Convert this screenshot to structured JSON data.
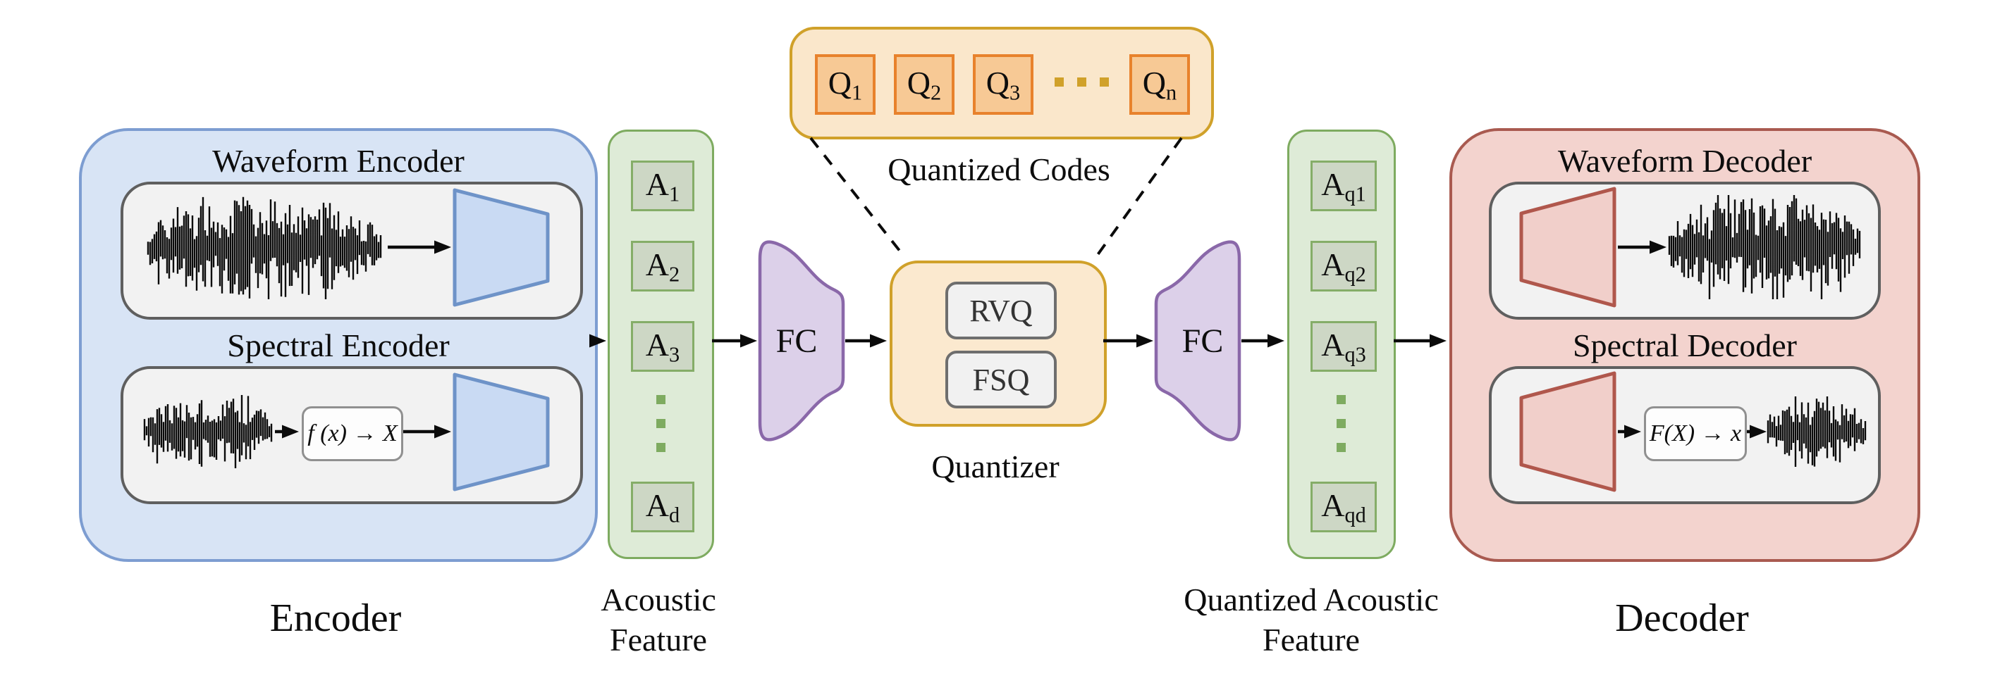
{
  "encoder": {
    "label": "Encoder",
    "waveform_encoder": {
      "title": "Waveform Encoder"
    },
    "spectral_encoder": {
      "title": "Spectral Encoder",
      "transform": "f (x) → X"
    }
  },
  "acoustic_feature": {
    "label_line1": "Acoustic",
    "label_line2": "Feature",
    "cells": [
      {
        "main": "A",
        "sub": "1"
      },
      {
        "main": "A",
        "sub": "2"
      },
      {
        "main": "A",
        "sub": "3"
      },
      {
        "main": "A",
        "sub": "d"
      }
    ]
  },
  "fc_left": {
    "label": "FC"
  },
  "fc_right": {
    "label": "FC"
  },
  "quantizer": {
    "label": "Quantizer",
    "methods": [
      {
        "name": "RVQ"
      },
      {
        "name": "FSQ"
      }
    ]
  },
  "quantized_codes": {
    "label": "Quantized Codes",
    "cells": [
      {
        "main": "Q",
        "sub": "1"
      },
      {
        "main": "Q",
        "sub": "2"
      },
      {
        "main": "Q",
        "sub": "3"
      },
      {
        "main": "Q",
        "sub": "n"
      }
    ]
  },
  "quantized_feature": {
    "label_line1": "Quantized Acoustic",
    "label_line2": "Feature",
    "cells": [
      {
        "main": "A",
        "sub": "q1"
      },
      {
        "main": "A",
        "sub": "q2"
      },
      {
        "main": "A",
        "sub": "q3"
      },
      {
        "main": "A",
        "sub": "qd"
      }
    ]
  },
  "decoder": {
    "label": "Decoder",
    "waveform_decoder": {
      "title": "Waveform Decoder"
    },
    "spectral_decoder": {
      "title": "Spectral Decoder",
      "transform": "F(X) → x"
    }
  },
  "colors": {
    "encoder_fill": "#D8E4F5",
    "encoder_border": "#7D9DD1",
    "trapezoid_blue_fill": "#C9DAF3",
    "trapezoid_blue_border": "#6E93C8",
    "panel_fill": "#F2F2F2",
    "panel_border": "#5F5F5F",
    "feature_fill": "#DEEBD7",
    "feature_border": "#7EAB60",
    "feature_cell_fill": "#CDD7C5",
    "feature_cell_border": "#85AD68",
    "fc_fill": "#DCD0E9",
    "fc_border": "#8A68A9",
    "codes_fill": "#FAE7CB",
    "codes_border": "#D0A12A",
    "code_cell_fill": "#F7C995",
    "code_cell_border": "#E8822C",
    "quantizer_fill": "#FBE9CF",
    "quantizer_border": "#D0A12A",
    "method_fill": "#F1F1F1",
    "method_border": "#6E6E6E",
    "decoder_fill": "#F3D3CE",
    "decoder_border": "#A95A50",
    "trapezoid_red_fill": "#F1CFCA",
    "trapezoid_red_border": "#B0574C",
    "arrow_color": "#0B0B0B",
    "text_color": "#0D0D0D"
  }
}
